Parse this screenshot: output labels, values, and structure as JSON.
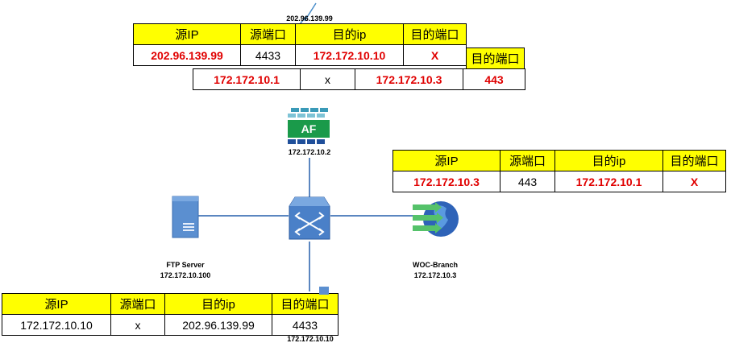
{
  "table_top": {
    "headers": [
      "源IP",
      "源端口",
      "目的ip",
      "目的端口"
    ],
    "row": [
      "202.96.139.99",
      "4433",
      "172.172.10.10",
      "X"
    ]
  },
  "table_top_nat": {
    "extra_header": "目的端口",
    "row": [
      "172.172.10.1",
      "x",
      "172.172.10.3",
      "443"
    ]
  },
  "table_right": {
    "headers": [
      "源IP",
      "源端口",
      "目的ip",
      "目的端口"
    ],
    "row": [
      "172.172.10.3",
      "443",
      "172.172.10.1",
      "X"
    ]
  },
  "table_bottom": {
    "headers": [
      "源IP",
      "源端口",
      "目的ip",
      "目的端口"
    ],
    "row": [
      "172.172.10.10",
      "x",
      "202.96.139.99",
      "4433"
    ]
  },
  "labels": {
    "internet_ip": "202.96.139.99",
    "af_text": "AF",
    "af_ip": "172.172.10.2",
    "ftp_name": "FTP Server",
    "ftp_ip": "172.172.10.100",
    "woc_name": "WOC-Branch",
    "woc_ip": "172.172.10.3",
    "client_ip": "172.172.10.10"
  },
  "colors": {
    "header_bg": "#ffff00",
    "value_red": "#e00000",
    "link_line": "#5b86c0"
  }
}
